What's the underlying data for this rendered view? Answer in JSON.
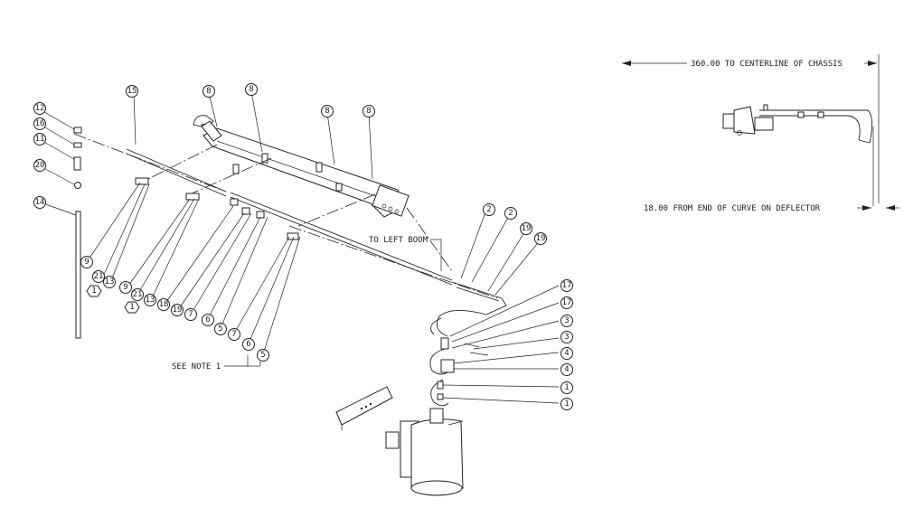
{
  "notes": {
    "to_left_boom": "TO LEFT BOOM",
    "see_note": "SEE NOTE 1",
    "dim_centerline": "360.00 TO CENTERLINE OF CHASSIS",
    "dim_deflector": "18.00 FROM END OF CURVE ON DEFLECTOR"
  },
  "balloons": {
    "b12": "12",
    "b16": "16",
    "b11": "11",
    "b20": "20",
    "b14": "14",
    "b15": "15",
    "b8a": "8",
    "b8b": "8",
    "b8c": "8",
    "b8d": "8",
    "b9a": "9",
    "b21a": "21",
    "b13a": "13",
    "b1a": "1",
    "b9b": "9",
    "b21b": "21",
    "b13b": "13",
    "b1b": "1",
    "b18": "18",
    "b19a": "19",
    "b7a": "7",
    "b6a": "6",
    "b5a": "5",
    "b7b": "7",
    "b6b": "6",
    "b5b": "5",
    "b2a": "2",
    "b2b": "2",
    "b19b": "19",
    "b19c": "19",
    "b17a": "17",
    "b17b": "17",
    "b3a": "3",
    "b3b": "3",
    "b4a": "4",
    "b4b": "4",
    "b1c": "1",
    "b1d": "1"
  }
}
